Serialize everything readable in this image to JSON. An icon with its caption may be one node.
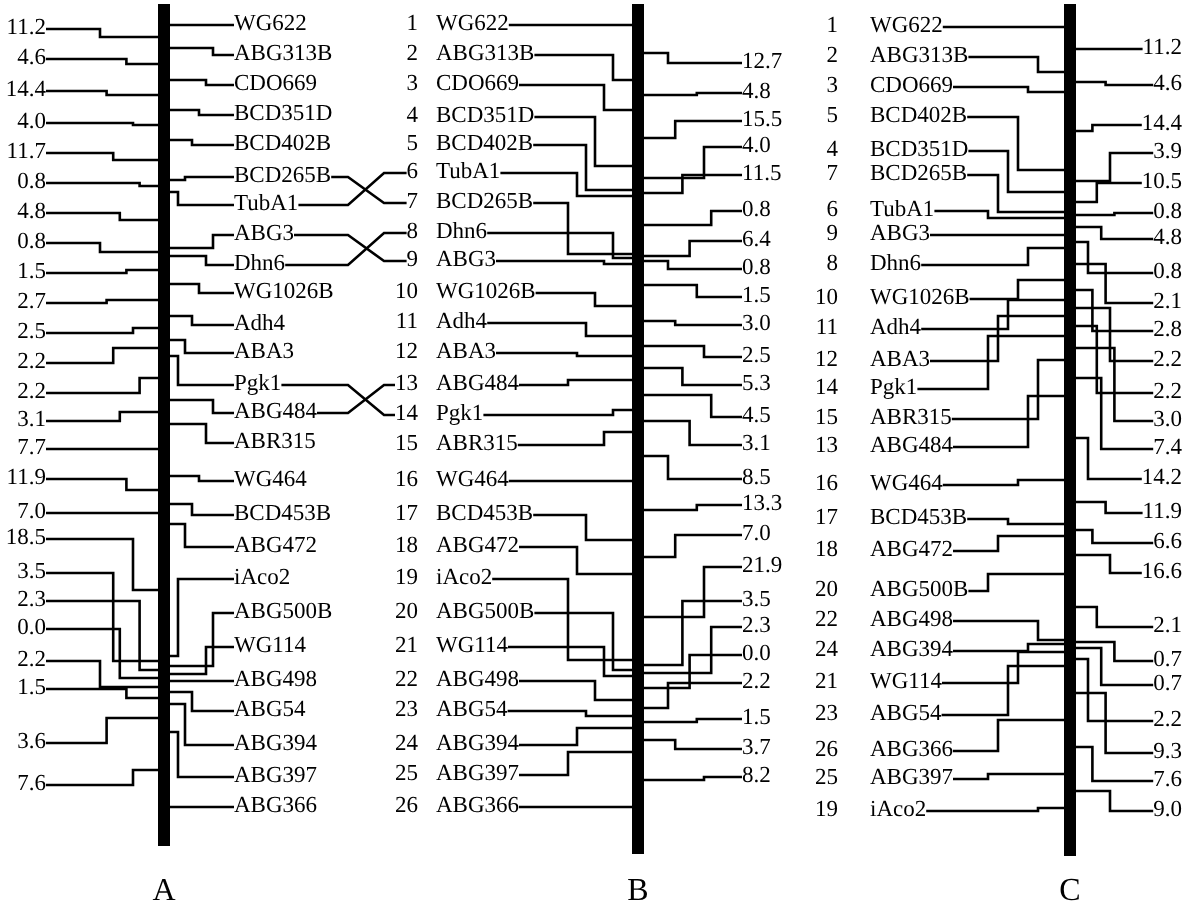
{
  "diagram": {
    "nodes": [
      {
        "text": [
          "A"
        ]
      },
      {
        "text": [
          "WG622"
        ]
      },
      {
        "text": [
          "ABG313B"
        ]
      },
      {
        "text": [
          "CDO669"
        ]
      },
      {
        "text": [
          "BCD351D"
        ]
      },
      {
        "text": [
          "BCD402B"
        ]
      },
      {
        "text": [
          "BCD265B"
        ]
      },
      {
        "text": [
          "TubA1"
        ]
      },
      {
        "text": [
          "ABG3"
        ]
      },
      {
        "text": [
          "Dhn6"
        ]
      },
      {
        "text": [
          "WG1026B"
        ]
      },
      {
        "text": [
          "Adh4"
        ]
      },
      {
        "text": [
          "ABA3"
        ]
      },
      {
        "text": [
          "Pgk1"
        ]
      },
      {
        "text": [
          "ABG484"
        ]
      },
      {
        "text": [
          "ABR315"
        ]
      },
      {
        "text": [
          "WG464"
        ]
      },
      {
        "text": [
          "BCD453B"
        ]
      },
      {
        "text": [
          "ABG472"
        ]
      },
      {
        "text": [
          "iAco2"
        ]
      },
      {
        "text": [
          "ABG500B"
        ]
      },
      {
        "text": [
          "WG114"
        ]
      },
      {
        "text": [
          "ABG498"
        ]
      },
      {
        "text": [
          "ABG54"
        ]
      },
      {
        "text": [
          "ABG394"
        ]
      },
      {
        "text": [
          "ABG397"
        ]
      },
      {
        "text": [
          "ABG366"
        ]
      },
      {
        "text": [
          "11.2"
        ]
      },
      {
        "text": [
          "4.6"
        ]
      },
      {
        "text": [
          "14.4"
        ]
      },
      {
        "text": [
          "4.0"
        ]
      },
      {
        "text": [
          "11.7"
        ]
      },
      {
        "text": [
          "0.8"
        ]
      },
      {
        "text": [
          "4.8"
        ]
      },
      {
        "text": [
          "0.8"
        ]
      },
      {
        "text": [
          "1.5"
        ]
      },
      {
        "text": [
          "2.7"
        ]
      },
      {
        "text": [
          "2.5"
        ]
      },
      {
        "text": [
          "2.2"
        ]
      },
      {
        "text": [
          "2.2"
        ]
      },
      {
        "text": [
          "3.1"
        ]
      },
      {
        "text": [
          "7.7"
        ]
      },
      {
        "text": [
          "11.9"
        ]
      },
      {
        "text": [
          "7.0"
        ]
      },
      {
        "text": [
          "18.5"
        ]
      },
      {
        "text": [
          "3.5"
        ]
      },
      {
        "text": [
          "2.3"
        ]
      },
      {
        "text": [
          "0.0"
        ]
      },
      {
        "text": [
          "2.2"
        ]
      },
      {
        "text": [
          "1.5"
        ]
      },
      {
        "text": [
          "3.6"
        ]
      },
      {
        "text": [
          "7.6"
        ]
      },
      {
        "text": [
          "B"
        ]
      },
      {
        "text": [
          "WG622"
        ],
        "beside": [
          "1"
        ]
      },
      {
        "text": [
          "ABG313B"
        ],
        "beside": [
          "2"
        ]
      },
      {
        "text": [
          "CDO669"
        ],
        "beside": [
          "3"
        ]
      },
      {
        "text": [
          "BCD351D"
        ],
        "beside": [
          "4"
        ]
      },
      {
        "text": [
          "BCD402B"
        ],
        "beside": [
          "5"
        ]
      },
      {
        "text": [
          "TubA1"
        ],
        "beside": [
          "6"
        ]
      },
      {
        "text": [
          "BCD265B"
        ],
        "beside": [
          "7"
        ]
      },
      {
        "text": [
          "Dhn6"
        ],
        "beside": [
          "8"
        ]
      },
      {
        "text": [
          "ABG3"
        ],
        "beside": [
          "9"
        ]
      },
      {
        "text": [
          "WG1026B"
        ],
        "beside": [
          "10"
        ]
      },
      {
        "text": [
          "Adh4"
        ],
        "beside": [
          "11"
        ]
      },
      {
        "text": [
          "ABA3"
        ],
        "beside": [
          "12"
        ]
      },
      {
        "text": [
          "ABG484"
        ],
        "beside": [
          "13"
        ]
      },
      {
        "text": [
          "Pgk1"
        ],
        "beside": [
          "14"
        ]
      },
      {
        "text": [
          "ABR315"
        ],
        "beside": [
          "15"
        ]
      },
      {
        "text": [
          "WG464"
        ],
        "beside": [
          "16"
        ]
      },
      {
        "text": [
          "BCD453B"
        ],
        "beside": [
          "17"
        ]
      },
      {
        "text": [
          "ABG472"
        ],
        "beside": [
          "18"
        ]
      },
      {
        "text": [
          "iAco2"
        ],
        "beside": [
          "19"
        ]
      },
      {
        "text": [
          "ABG500B"
        ],
        "beside": [
          "20"
        ]
      },
      {
        "text": [
          "WG114"
        ],
        "beside": [
          "21"
        ]
      },
      {
        "text": [
          "ABG498"
        ],
        "beside": [
          "22"
        ]
      },
      {
        "text": [
          "ABG54"
        ],
        "beside": [
          "23"
        ]
      },
      {
        "text": [
          "ABG394"
        ],
        "beside": [
          "24"
        ]
      },
      {
        "text": [
          "ABG397"
        ],
        "beside": [
          "25"
        ]
      },
      {
        "text": [
          "ABG366"
        ],
        "beside": [
          "26"
        ]
      },
      {
        "text": [
          "12.7"
        ]
      },
      {
        "text": [
          "4.8"
        ]
      },
      {
        "text": [
          "15.5"
        ]
      },
      {
        "text": [
          "4.0"
        ]
      },
      {
        "text": [
          "11.5"
        ]
      },
      {
        "text": [
          "0.8"
        ]
      },
      {
        "text": [
          "6.4"
        ]
      },
      {
        "text": [
          "0.8"
        ]
      },
      {
        "text": [
          "1.5"
        ]
      },
      {
        "text": [
          "3.0"
        ]
      },
      {
        "text": [
          "2.5"
        ]
      },
      {
        "text": [
          "5.3"
        ]
      },
      {
        "text": [
          "4.5"
        ]
      },
      {
        "text": [
          "3.1"
        ]
      },
      {
        "text": [
          "8.5"
        ]
      },
      {
        "text": [
          "13.3"
        ]
      },
      {
        "text": [
          "7.0"
        ]
      },
      {
        "text": [
          "21.9"
        ]
      },
      {
        "text": [
          "3.5"
        ]
      },
      {
        "text": [
          "2.3"
        ]
      },
      {
        "text": [
          "0.0"
        ]
      },
      {
        "text": [
          "2.2"
        ]
      },
      {
        "text": [
          "1.5"
        ]
      },
      {
        "text": [
          "3.7"
        ]
      },
      {
        "text": [
          "8.2"
        ]
      },
      {
        "text": [
          "C"
        ]
      },
      {
        "text": [
          "WG622"
        ],
        "beside": [
          "1"
        ]
      },
      {
        "text": [
          "ABG313B"
        ],
        "beside": [
          "2"
        ]
      },
      {
        "text": [
          "CDO669"
        ],
        "beside": [
          "3"
        ]
      },
      {
        "text": [
          "BCD402B"
        ],
        "beside": [
          "5"
        ]
      },
      {
        "text": [
          "BCD351D"
        ],
        "beside": [
          "4"
        ]
      },
      {
        "text": [
          "BCD265B"
        ],
        "beside": [
          "7"
        ]
      },
      {
        "text": [
          "TubA1"
        ],
        "beside": [
          "6"
        ]
      },
      {
        "text": [
          "ABG3"
        ],
        "beside": [
          "9"
        ]
      },
      {
        "text": [
          "Dhn6"
        ],
        "beside": [
          "8"
        ]
      },
      {
        "text": [
          "WG1026B"
        ],
        "beside": [
          "10"
        ]
      },
      {
        "text": [
          "Adh4"
        ],
        "beside": [
          "11"
        ]
      },
      {
        "text": [
          "ABA3"
        ],
        "beside": [
          "12"
        ]
      },
      {
        "text": [
          "Pgk1"
        ],
        "beside": [
          "14"
        ]
      },
      {
        "text": [
          "ABR315"
        ],
        "beside": [
          "15"
        ]
      },
      {
        "text": [
          "ABG484"
        ],
        "beside": [
          "13"
        ]
      },
      {
        "text": [
          "WG464"
        ],
        "beside": [
          "16"
        ]
      },
      {
        "text": [
          "BCD453B"
        ],
        "beside": [
          "17"
        ]
      },
      {
        "text": [
          "ABG472"
        ],
        "beside": [
          "18"
        ]
      },
      {
        "text": [
          "ABG500B"
        ],
        "beside": [
          "20"
        ]
      },
      {
        "text": [
          "ABG498"
        ],
        "beside": [
          "22"
        ]
      },
      {
        "text": [
          "ABG394"
        ],
        "beside": [
          "24"
        ]
      },
      {
        "text": [
          "WG114"
        ],
        "beside": [
          "21"
        ]
      },
      {
        "text": [
          "ABG54"
        ],
        "beside": [
          "23"
        ]
      },
      {
        "text": [
          "ABG366"
        ],
        "beside": [
          "26"
        ]
      },
      {
        "text": [
          "ABG397"
        ],
        "beside": [
          "25"
        ]
      },
      {
        "text": [
          "iAco2"
        ],
        "beside": [
          "19"
        ]
      },
      {
        "text": [
          "11.2"
        ]
      },
      {
        "text": [
          "4.6"
        ]
      },
      {
        "text": [
          "14.4"
        ]
      },
      {
        "text": [
          "3.9"
        ]
      },
      {
        "text": [
          "10.5"
        ]
      },
      {
        "text": [
          "0.8"
        ]
      },
      {
        "text": [
          "4.8"
        ]
      },
      {
        "text": [
          "0.8"
        ]
      },
      {
        "text": [
          "2.1"
        ]
      },
      {
        "text": [
          "2.8"
        ]
      },
      {
        "text": [
          "2.2"
        ]
      },
      {
        "text": [
          "2.2"
        ]
      },
      {
        "text": [
          "3.0"
        ]
      },
      {
        "text": [
          "7.4"
        ]
      },
      {
        "text": [
          "14.2"
        ]
      },
      {
        "text": [
          "11.9"
        ]
      },
      {
        "text": [
          "6.6"
        ]
      },
      {
        "text": [
          "16.6"
        ]
      },
      {
        "text": [
          "2.1"
        ]
      },
      {
        "text": [
          "0.7"
        ]
      },
      {
        "text": [
          "0.7"
        ]
      },
      {
        "text": [
          "2.2"
        ]
      },
      {
        "text": [
          "9.3"
        ]
      },
      {
        "text": [
          "7.6"
        ]
      },
      {
        "text": [
          "9.0"
        ]
      }
    ],
    "edges": [
      {
        "from": 1,
        "to": 0,
        "arrow": "none"
      },
      {
        "from": 2,
        "to": 0,
        "arrow": "none"
      },
      {
        "from": 3,
        "to": 0,
        "arrow": "none"
      },
      {
        "from": 4,
        "to": 0,
        "arrow": "none"
      },
      {
        "from": 5,
        "to": 0,
        "arrow": "none"
      },
      {
        "from": 6,
        "to": 0,
        "arrow": "none"
      },
      {
        "from": 7,
        "to": 0,
        "arrow": "none"
      },
      {
        "from": 8,
        "to": 0,
        "arrow": "none"
      },
      {
        "from": 9,
        "to": 0,
        "arrow": "none"
      },
      {
        "from": 10,
        "to": 0,
        "arrow": "none"
      },
      {
        "from": 11,
        "to": 0,
        "arrow": "none"
      },
      {
        "from": 12,
        "to": 0,
        "arrow": "none"
      },
      {
        "from": 13,
        "to": 0,
        "arrow": "none"
      },
      {
        "from": 14,
        "to": 0,
        "arrow": "none"
      },
      {
        "from": 15,
        "to": 0,
        "arrow": "none"
      },
      {
        "from": 16,
        "to": 0,
        "arrow": "none"
      },
      {
        "from": 17,
        "to": 0,
        "arrow": "none"
      },
      {
        "from": 18,
        "to": 0,
        "arrow": "none"
      },
      {
        "from": 19,
        "to": 0,
        "arrow": "none"
      },
      {
        "from": 20,
        "to": 0,
        "arrow": "none"
      },
      {
        "from": 21,
        "to": 0,
        "arrow": "none"
      },
      {
        "from": 22,
        "to": 0,
        "arrow": "none"
      },
      {
        "from": 23,
        "to": 0,
        "arrow": "none"
      },
      {
        "from": 24,
        "to": 0,
        "arrow": "none"
      },
      {
        "from": 25,
        "to": 0,
        "arrow": "none"
      },
      {
        "from": 26,
        "to": 0,
        "arrow": "none"
      },
      {
        "from": 27,
        "to": 0,
        "arrow": "none"
      },
      {
        "from": 28,
        "to": 0,
        "arrow": "none"
      },
      {
        "from": 29,
        "to": 0,
        "arrow": "none"
      },
      {
        "from": 30,
        "to": 0,
        "arrow": "none"
      },
      {
        "from": 31,
        "to": 0,
        "arrow": "none"
      },
      {
        "from": 32,
        "to": 0,
        "arrow": "none"
      },
      {
        "from": 33,
        "to": 0,
        "arrow": "none"
      },
      {
        "from": 34,
        "to": 0,
        "arrow": "none"
      },
      {
        "from": 35,
        "to": 0,
        "arrow": "none"
      },
      {
        "from": 36,
        "to": 0,
        "arrow": "none"
      },
      {
        "from": 37,
        "to": 0,
        "arrow": "none"
      },
      {
        "from": 38,
        "to": 0,
        "arrow": "none"
      },
      {
        "from": 39,
        "to": 0,
        "arrow": "none"
      },
      {
        "from": 40,
        "to": 0,
        "arrow": "none"
      },
      {
        "from": 41,
        "to": 0,
        "arrow": "none"
      },
      {
        "from": 42,
        "to": 0,
        "arrow": "none"
      },
      {
        "from": 43,
        "to": 0,
        "arrow": "none"
      },
      {
        "from": 44,
        "to": 0,
        "arrow": "none"
      },
      {
        "from": 45,
        "to": 0,
        "arrow": "none"
      },
      {
        "from": 46,
        "to": 0,
        "arrow": "none"
      },
      {
        "from": 47,
        "to": 0,
        "arrow": "none"
      },
      {
        "from": 48,
        "to": 0,
        "arrow": "none"
      },
      {
        "from": 49,
        "to": 0,
        "arrow": "none"
      },
      {
        "from": 50,
        "to": 0,
        "arrow": "none"
      },
      {
        "from": 51,
        "to": 0,
        "arrow": "none"
      },
      {
        "from": 53,
        "to": 52,
        "arrow": "none"
      },
      {
        "from": 54,
        "to": 52,
        "arrow": "none"
      },
      {
        "from": 55,
        "to": 52,
        "arrow": "none"
      },
      {
        "from": 56,
        "to": 52,
        "arrow": "none"
      },
      {
        "from": 57,
        "to": 52,
        "arrow": "none"
      },
      {
        "from": 58,
        "to": 52,
        "arrow": "none"
      },
      {
        "from": 59,
        "to": 52,
        "arrow": "none"
      },
      {
        "from": 60,
        "to": 52,
        "arrow": "none"
      },
      {
        "from": 61,
        "to": 52,
        "arrow": "none"
      },
      {
        "from": 62,
        "to": 52,
        "arrow": "none"
      },
      {
        "from": 63,
        "to": 52,
        "arrow": "none"
      },
      {
        "from": 64,
        "to": 52,
        "arrow": "none"
      },
      {
        "from": 65,
        "to": 52,
        "arrow": "none"
      },
      {
        "from": 66,
        "to": 52,
        "arrow": "none"
      },
      {
        "from": 67,
        "to": 52,
        "arrow": "none"
      },
      {
        "from": 68,
        "to": 52,
        "arrow": "none"
      },
      {
        "from": 69,
        "to": 52,
        "arrow": "none"
      },
      {
        "from": 70,
        "to": 52,
        "arrow": "none"
      },
      {
        "from": 71,
        "to": 52,
        "arrow": "none"
      },
      {
        "from": 72,
        "to": 52,
        "arrow": "none"
      },
      {
        "from": 73,
        "to": 52,
        "arrow": "none"
      },
      {
        "from": 74,
        "to": 52,
        "arrow": "none"
      },
      {
        "from": 75,
        "to": 52,
        "arrow": "none"
      },
      {
        "from": 76,
        "to": 52,
        "arrow": "none"
      },
      {
        "from": 77,
        "to": 52,
        "arrow": "none"
      },
      {
        "from": 78,
        "to": 52,
        "arrow": "none"
      },
      {
        "from": 79,
        "to": 52,
        "arrow": "none"
      },
      {
        "from": 80,
        "to": 52,
        "arrow": "none"
      },
      {
        "from": 81,
        "to": 52,
        "arrow": "none"
      },
      {
        "from": 82,
        "to": 52,
        "arrow": "none"
      },
      {
        "from": 83,
        "to": 52,
        "arrow": "none"
      },
      {
        "from": 84,
        "to": 52,
        "arrow": "none"
      },
      {
        "from": 85,
        "to": 52,
        "arrow": "none"
      },
      {
        "from": 86,
        "to": 52,
        "arrow": "none"
      },
      {
        "from": 87,
        "to": 52,
        "arrow": "none"
      },
      {
        "from": 88,
        "to": 52,
        "arrow": "none"
      },
      {
        "from": 89,
        "to": 52,
        "arrow": "none"
      },
      {
        "from": 90,
        "to": 52,
        "arrow": "none"
      },
      {
        "from": 91,
        "to": 52,
        "arrow": "none"
      },
      {
        "from": 92,
        "to": 52,
        "arrow": "none"
      },
      {
        "from": 93,
        "to": 52,
        "arrow": "none"
      },
      {
        "from": 94,
        "to": 52,
        "arrow": "none"
      },
      {
        "from": 95,
        "to": 52,
        "arrow": "none"
      },
      {
        "from": 96,
        "to": 52,
        "arrow": "none"
      },
      {
        "from": 97,
        "to": 52,
        "arrow": "none"
      },
      {
        "from": 98,
        "to": 52,
        "arrow": "none"
      },
      {
        "from": 99,
        "to": 52,
        "arrow": "none"
      },
      {
        "from": 100,
        "to": 52,
        "arrow": "none"
      },
      {
        "from": 101,
        "to": 52,
        "arrow": "none"
      },
      {
        "from": 102,
        "to": 52,
        "arrow": "none"
      },
      {
        "from": 103,
        "to": 52,
        "arrow": "none"
      },
      {
        "from": 105,
        "to": 104,
        "arrow": "none"
      },
      {
        "from": 106,
        "to": 104,
        "arrow": "none"
      },
      {
        "from": 107,
        "to": 104,
        "arrow": "none"
      },
      {
        "from": 108,
        "to": 104,
        "arrow": "none"
      },
      {
        "from": 109,
        "to": 104,
        "arrow": "none"
      },
      {
        "from": 110,
        "to": 104,
        "arrow": "none"
      },
      {
        "from": 111,
        "to": 104,
        "arrow": "none"
      },
      {
        "from": 112,
        "to": 104,
        "arrow": "none"
      },
      {
        "from": 113,
        "to": 104,
        "arrow": "none"
      },
      {
        "from": 114,
        "to": 104,
        "arrow": "none"
      },
      {
        "from": 115,
        "to": 104,
        "arrow": "none"
      },
      {
        "from": 116,
        "to": 104,
        "arrow": "none"
      },
      {
        "from": 117,
        "to": 104,
        "arrow": "none"
      },
      {
        "from": 118,
        "to": 104,
        "arrow": "none"
      },
      {
        "from": 119,
        "to": 104,
        "arrow": "none"
      },
      {
        "from": 120,
        "to": 104,
        "arrow": "none"
      },
      {
        "from": 121,
        "to": 104,
        "arrow": "none"
      },
      {
        "from": 122,
        "to": 104,
        "arrow": "none"
      },
      {
        "from": 123,
        "to": 104,
        "arrow": "none"
      },
      {
        "from": 124,
        "to": 104,
        "arrow": "none"
      },
      {
        "from": 125,
        "to": 104,
        "arrow": "none"
      },
      {
        "from": 126,
        "to": 104,
        "arrow": "none"
      },
      {
        "from": 127,
        "to": 104,
        "arrow": "none"
      },
      {
        "from": 128,
        "to": 104,
        "arrow": "none"
      },
      {
        "from": 129,
        "to": 104,
        "arrow": "none"
      },
      {
        "from": 130,
        "to": 104,
        "arrow": "none"
      },
      {
        "from": 131,
        "to": 104,
        "arrow": "none"
      },
      {
        "from": 132,
        "to": 104,
        "arrow": "none"
      },
      {
        "from": 133,
        "to": 104,
        "arrow": "none"
      },
      {
        "from": 134,
        "to": 104,
        "arrow": "none"
      },
      {
        "from": 135,
        "to": 104,
        "arrow": "none"
      },
      {
        "from": 136,
        "to": 104,
        "arrow": "none"
      },
      {
        "from": 137,
        "to": 104,
        "arrow": "none"
      },
      {
        "from": 138,
        "to": 104,
        "arrow": "none"
      },
      {
        "from": 139,
        "to": 104,
        "arrow": "none"
      },
      {
        "from": 140,
        "to": 104,
        "arrow": "none"
      },
      {
        "from": 141,
        "to": 104,
        "arrow": "none"
      },
      {
        "from": 142,
        "to": 104,
        "arrow": "none"
      },
      {
        "from": 143,
        "to": 104,
        "arrow": "none"
      },
      {
        "from": 144,
        "to": 104,
        "arrow": "none"
      },
      {
        "from": 145,
        "to": 104,
        "arrow": "none"
      },
      {
        "from": 146,
        "to": 104,
        "arrow": "none"
      },
      {
        "from": 147,
        "to": 104,
        "arrow": "none"
      },
      {
        "from": 148,
        "to": 104,
        "arrow": "none"
      },
      {
        "from": 149,
        "to": 104,
        "arrow": "none"
      },
      {
        "from": 150,
        "to": 104,
        "arrow": "none"
      },
      {
        "from": 151,
        "to": 104,
        "arrow": "none"
      },
      {
        "from": 152,
        "to": 104,
        "arrow": "none"
      },
      {
        "from": 153,
        "to": 104,
        "arrow": "none"
      },
      {
        "from": 154,
        "to": 104,
        "arrow": "none"
      },
      {
        "from": 155,
        "to": 104,
        "arrow": "none"
      },
      {
        "from": 6,
        "to": 59,
        "arrow": "none"
      },
      {
        "from": 7,
        "to": 58,
        "arrow": "none"
      },
      {
        "from": 8,
        "to": 61,
        "arrow": "none"
      },
      {
        "from": 9,
        "to": 60,
        "arrow": "none"
      },
      {
        "from": 13,
        "to": 66,
        "arrow": "none"
      },
      {
        "from": 14,
        "to": 65,
        "arrow": "none"
      }
    ]
  }
}
